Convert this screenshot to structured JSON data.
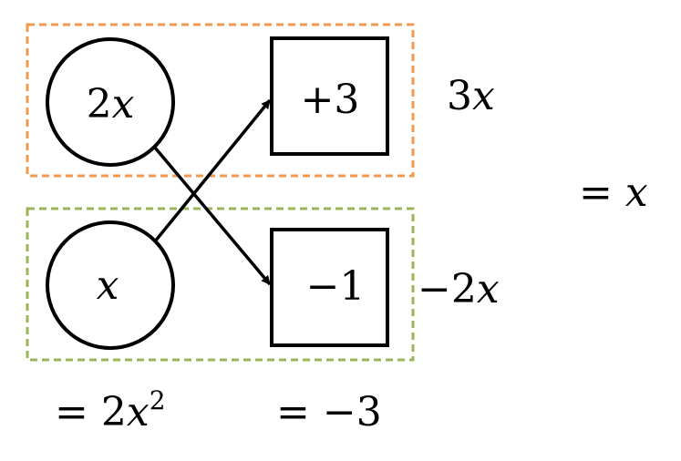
{
  "colors": {
    "top_group_border": "#F0994F",
    "bottom_group_border": "#9BB55A",
    "stroke": "#000000",
    "background": "#FFFFFF"
  },
  "nodes": {
    "circle_top": {
      "coef": "2",
      "var": "x"
    },
    "circle_bottom": {
      "var": "x"
    },
    "box_top": {
      "text": "+3"
    },
    "box_bottom": {
      "text": "−1"
    }
  },
  "results": {
    "top_row": {
      "coef": "3",
      "var": "x"
    },
    "bottom_row": {
      "coef": "−2",
      "var": "x"
    },
    "sum": {
      "eq": "= ",
      "var": "x"
    }
  },
  "bottom_labels": {
    "circles_product": {
      "eq": "= 2",
      "var": "x",
      "exp": "2"
    },
    "boxes_product": {
      "text": "= −3"
    }
  }
}
